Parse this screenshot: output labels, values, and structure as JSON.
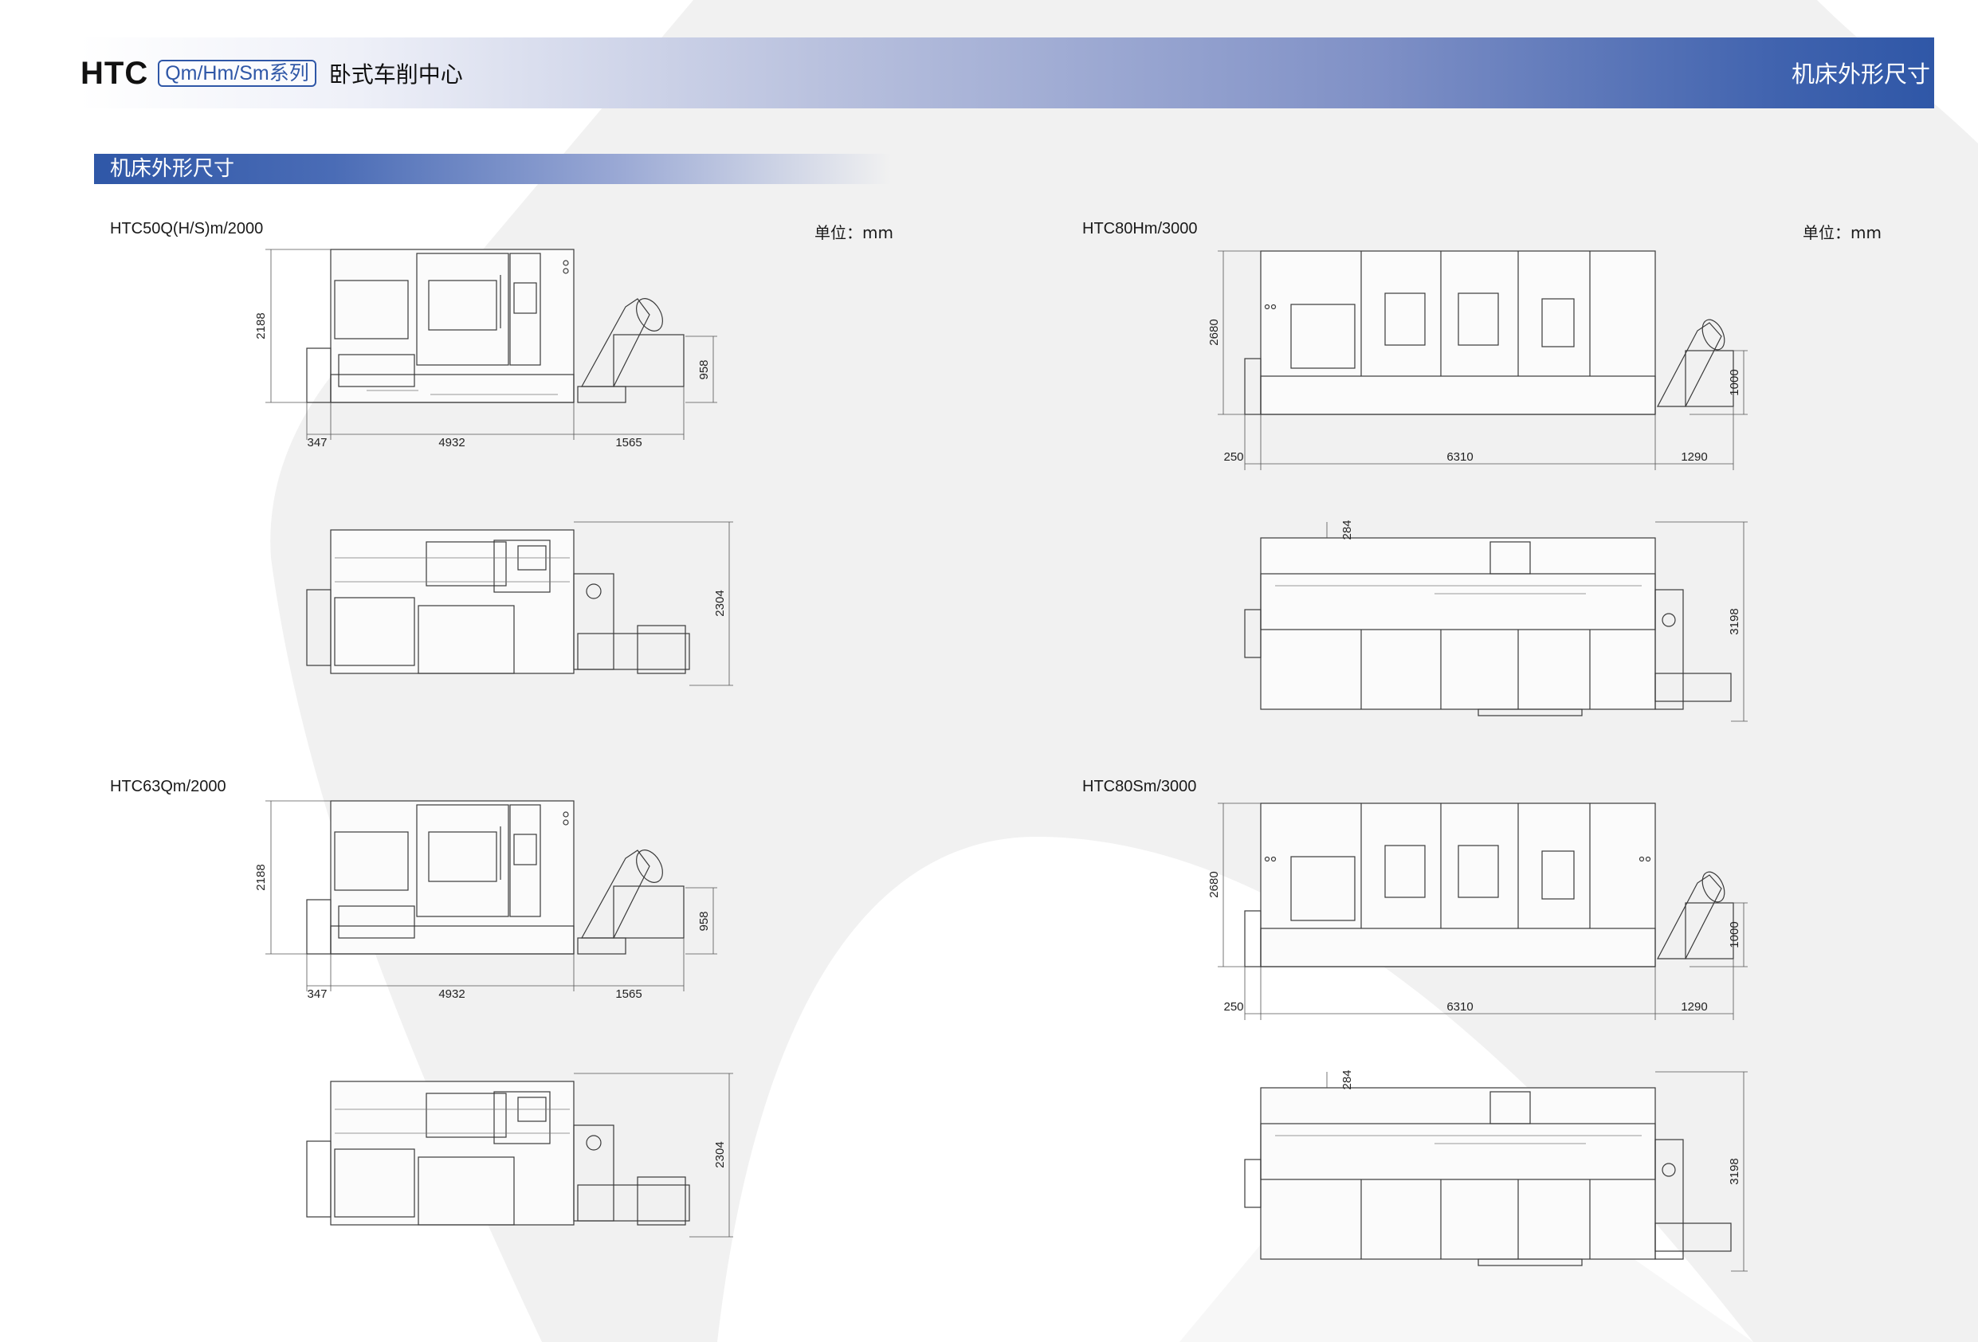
{
  "header": {
    "brand": "HTC",
    "series": "Qm/Hm/Sm系列",
    "subtitle": "卧式车削中心",
    "right_title": "机床外形尺寸"
  },
  "section": {
    "title": "机床外形尺寸"
  },
  "colors": {
    "brand_blue": "#2f57a7",
    "light_gray_art": "#f0f0f0"
  },
  "models": [
    {
      "name": "HTC50Q(H/S)m/2000",
      "unit": "单位：mm",
      "dims": {
        "height": "2188",
        "chip_height": "958",
        "left": "347",
        "main": "4932",
        "right": "1565",
        "depth": "2304"
      }
    },
    {
      "name": "HTC80Hm/3000",
      "unit": "单位：mm",
      "dims": {
        "height": "2680",
        "chip_height": "1000",
        "left": "250",
        "main": "6310",
        "right": "1290",
        "depth": "3198",
        "top": "284"
      }
    },
    {
      "name": "HTC63Qm/2000",
      "dims": {
        "height": "2188",
        "chip_height": "958",
        "left": "347",
        "main": "4932",
        "right": "1565",
        "depth": "2304"
      }
    },
    {
      "name": "HTC80Sm/3000",
      "dims": {
        "height": "2680",
        "chip_height": "1000",
        "left": "250",
        "main": "6310",
        "right": "1290",
        "depth": "3198",
        "top": "284"
      }
    }
  ]
}
